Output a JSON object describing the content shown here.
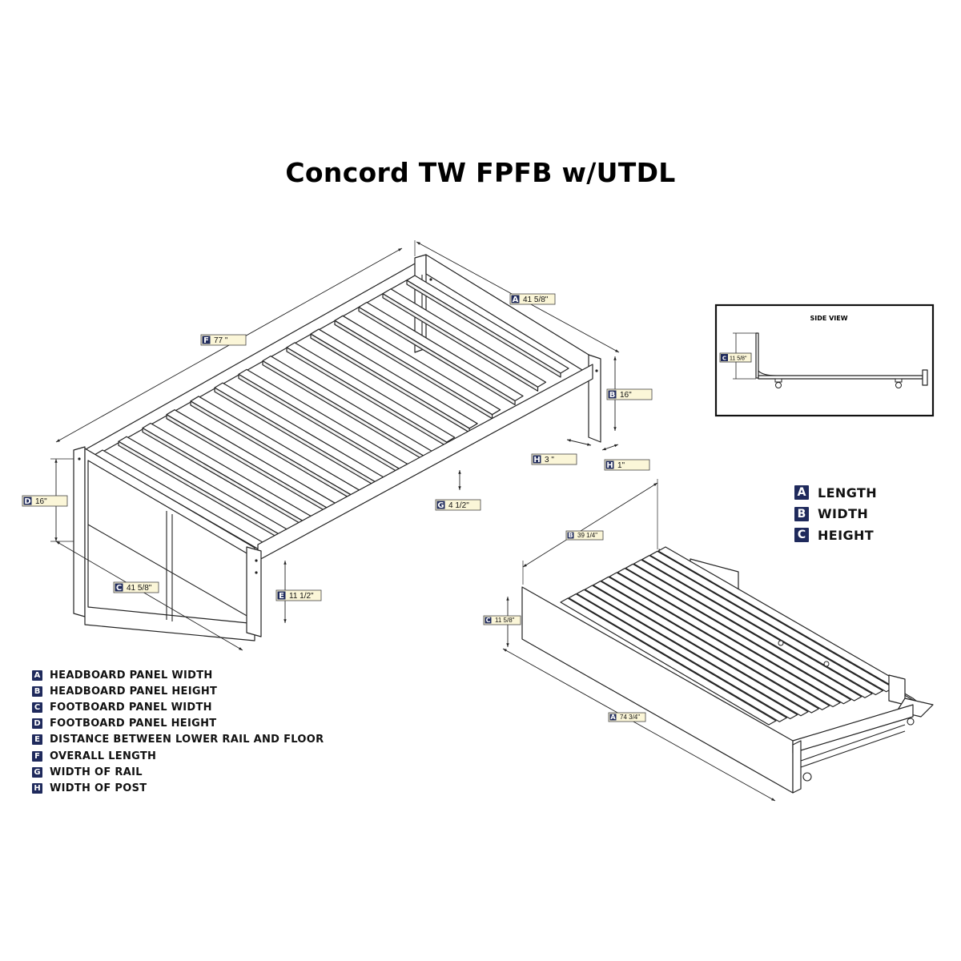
{
  "title": "Concord TW FPFB w/UTDL",
  "side_view": {
    "label": "SIDE VIEW",
    "height_letter": "C",
    "height_value": "11 5/8\""
  },
  "bed_dims": [
    {
      "id": "A",
      "value": "41 5/8\""
    },
    {
      "id": "F",
      "value": "77 \""
    },
    {
      "id": "B",
      "value": "16\""
    },
    {
      "id": "D",
      "value": "16\""
    },
    {
      "id": "H",
      "value": "3 \""
    },
    {
      "id": "H",
      "value": "1\""
    },
    {
      "id": "G",
      "value": "4 1/2\""
    },
    {
      "id": "C",
      "value": "41 5/8\""
    },
    {
      "id": "E",
      "value": "11 1/2\""
    }
  ],
  "trundle_dims": [
    {
      "id": "B",
      "value": "39 1/4\""
    },
    {
      "id": "C",
      "value": "11 5/8\""
    },
    {
      "id": "A",
      "value": "74 3/4\""
    }
  ],
  "legend_right": [
    {
      "letter": "A",
      "text": "LENGTH"
    },
    {
      "letter": "B",
      "text": "WIDTH"
    },
    {
      "letter": "C",
      "text": "HEIGHT"
    }
  ],
  "legend_left": [
    {
      "letter": "A",
      "text": "HEADBOARD PANEL WIDTH"
    },
    {
      "letter": "B",
      "text": "HEADBOARD PANEL HEIGHT"
    },
    {
      "letter": "C",
      "text": "FOOTBOARD PANEL WIDTH"
    },
    {
      "letter": "D",
      "text": "FOOTBOARD PANEL HEIGHT"
    },
    {
      "letter": "E",
      "text": "DISTANCE BETWEEN LOWER RAIL AND FLOOR"
    },
    {
      "letter": "F",
      "text": "OVERALL LENGTH"
    },
    {
      "letter": "G",
      "text": "WIDTH OF RAIL"
    },
    {
      "letter": "H",
      "text": "WIDTH OF POST"
    }
  ],
  "colors": {
    "badge": "#1f2a5c",
    "label_fill": "#fbf6d8",
    "line": "#222222"
  }
}
